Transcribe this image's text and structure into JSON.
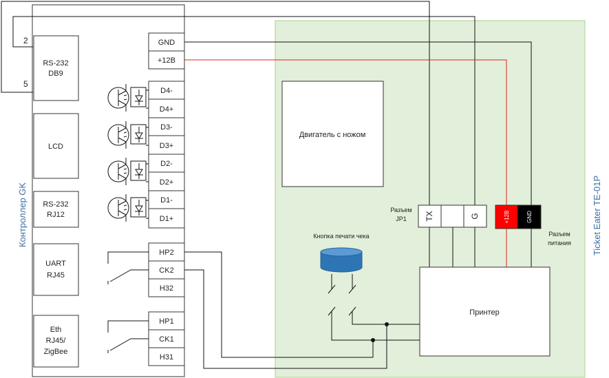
{
  "controller": {
    "title": "Контроллер GK",
    "pin_2": "2",
    "pin_5": "5",
    "modules": {
      "rs232_db9": [
        "RS-232",
        "DB9"
      ],
      "lcd": "LCD",
      "rs232_rj12": [
        "RS-232",
        "RJ12"
      ],
      "uart": [
        "UART",
        "RJ45"
      ],
      "eth": [
        "Eth",
        "RJ45/",
        "ZigBee"
      ]
    },
    "terminals": {
      "gnd": "GND",
      "v12": "+12В",
      "d4m": "D4-",
      "d4p": "D4+",
      "d3m": "D3-",
      "d3p": "D3+",
      "d2m": "D2-",
      "d2p": "D2+",
      "d1m": "D1-",
      "d1p": "D1+",
      "hp2": "HP2",
      "ck2": "CK2",
      "h32": "H32",
      "hp1": "HP1",
      "ck1": "CK1",
      "h31": "H31"
    }
  },
  "ticket_eater": {
    "title": "Ticket Eater TE-01P",
    "motor": "Двигатель с ножом",
    "button": "Кнопка печати чека",
    "printer": "Принтер",
    "jp1": {
      "label": [
        "Разъем",
        "JP1"
      ],
      "pins": [
        "TX",
        "",
        "G"
      ]
    },
    "power": {
      "label": [
        "Разъем",
        "питания"
      ],
      "pins": [
        "+12В",
        "GND"
      ]
    }
  },
  "colors": {
    "panel_fill": "#e2efda",
    "panel_border": "#a9d18e",
    "power_wire": "#e0201b",
    "pos_pin": "#ff0000",
    "gnd_pin": "#000000",
    "button_cap": "#2e75b6",
    "label_blue": "#3b6ea5"
  }
}
